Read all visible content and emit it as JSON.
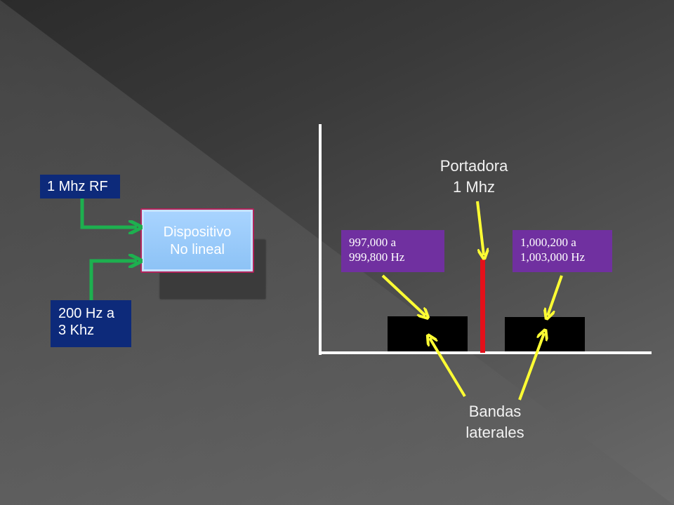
{
  "inputs": {
    "rf_label": "1 Mhz RF",
    "audio_line1": "200 Hz a",
    "audio_line2": "3 Khz"
  },
  "device": {
    "line1": "Dispositivo",
    "line2": "No lineal"
  },
  "spectrum": {
    "carrier_line1": "Portadora",
    "carrier_line2": "1 Mhz",
    "lower_band_line1": "997,000 a",
    "lower_band_line2": "999,800 Hz",
    "upper_band_line1": "1,000,200 a",
    "upper_band_line2": "1,003,000 Hz",
    "sidebands_line1": "Bandas",
    "sidebands_line2": "laterales"
  },
  "colors": {
    "input_box": "#0d2a7a",
    "device_fill": "#9ccbff",
    "device_border": "#b2245a",
    "range_label": "#7030a0",
    "carrier": "#e4101a",
    "green_arrow": "#1db04f",
    "yellow_arrow": "#ffff33"
  }
}
